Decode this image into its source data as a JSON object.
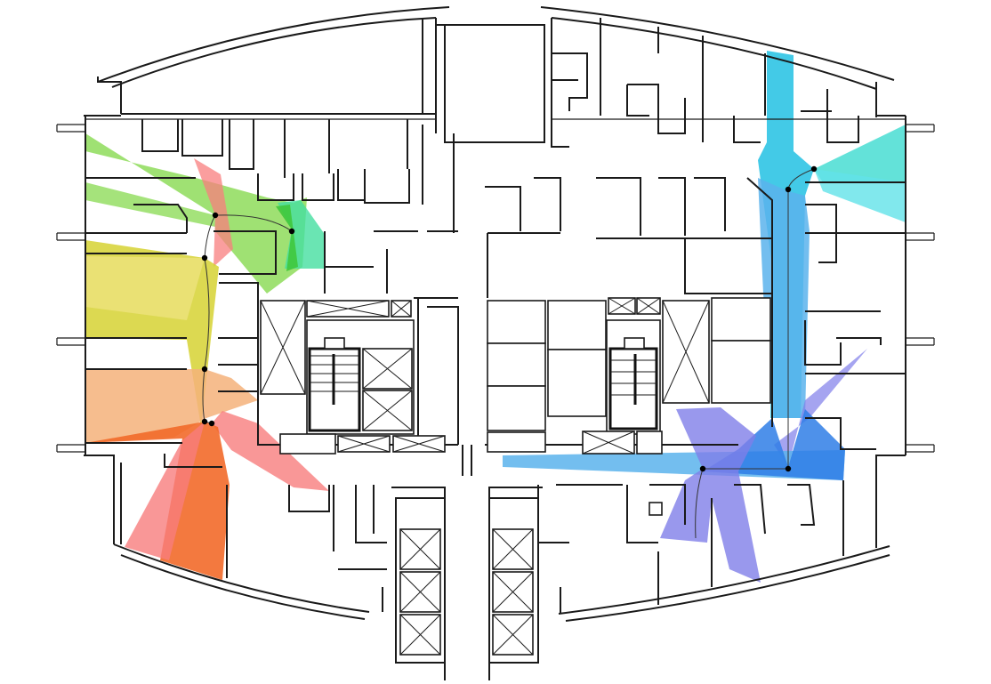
{
  "diagram": {
    "type": "floor-plan-isovist",
    "colors": {
      "green_light": "#8edc5a",
      "green_mid": "#55d35b",
      "mint": "#45dfa0",
      "yellow": "#d6d233",
      "pale_yellow": "#ece27a",
      "peach": "#f4b27a",
      "salmon": "#f87d7d",
      "orange": "#f26a2a",
      "red": "#f43c3c",
      "cyan": "#22c1e3",
      "teal": "#2fd8cc",
      "sky": "#5ab3ec",
      "blue": "#2f7ee6",
      "violet": "#7f7ee9",
      "wall": "#1a1a1a"
    },
    "left_route": {
      "color_sequence": [
        "green",
        "yellow",
        "peach",
        "orange",
        "salmon"
      ],
      "node_count": 6
    },
    "right_route": {
      "color_sequence": [
        "teal",
        "cyan",
        "sky",
        "blue",
        "violet"
      ],
      "node_count": 4
    }
  }
}
